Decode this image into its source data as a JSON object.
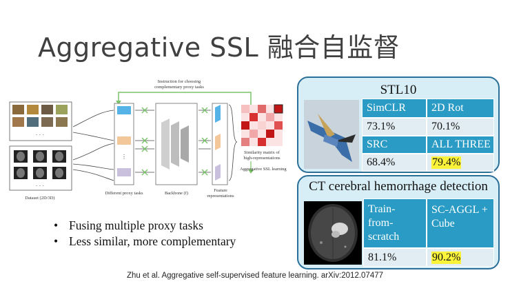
{
  "slide": {
    "title": "Aggregative SSL 融合自监督",
    "bullets": [
      "Fusing multiple proxy tasks",
      "Less similar, more complementary"
    ],
    "citation": "Zhu et al. Aggregative self-supervised feature learning. arXiv:2012.07477"
  },
  "figure": {
    "instruction_label_1": "Instruction for choosing",
    "instruction_label_2": "complementary proxy tasks",
    "dataset_label": "Dataset (2D/3D)",
    "proxy_label": "Different proxy tasks",
    "backbone_label": "Backbone (f)",
    "feature_label_1": "Feature",
    "feature_label_2": "representations",
    "similarity_label_1": "Similarity matrix of",
    "similarity_label_2": "high-representations",
    "aggregative_label": "Aggregative SSL learning",
    "dots": "· · ·"
  },
  "stl10": {
    "title": "STL10",
    "headers_row1": [
      "SimCLR",
      "2D Rot"
    ],
    "values_row1": [
      "73.1%",
      "70.1%"
    ],
    "headers_row2": [
      "SRC",
      "ALL THREE"
    ],
    "values_row2": [
      "68.4%",
      "79.4%"
    ]
  },
  "ct": {
    "title": "CT cerebral hemorrhage detection",
    "header_left": [
      "Train-",
      "from-",
      "scratch"
    ],
    "header_right": [
      "SC-AGGL +",
      "Cube"
    ],
    "values": [
      "81.1%",
      "90.2%"
    ]
  },
  "colors": {
    "panel_border": "#2a6f97",
    "panel_fill": "#d8eef6",
    "header_fill": "#2a9bc4",
    "highlight": "#fbf33a"
  },
  "icons": [
    "airplane-photo-icon",
    "ct-scan-image-icon"
  ]
}
